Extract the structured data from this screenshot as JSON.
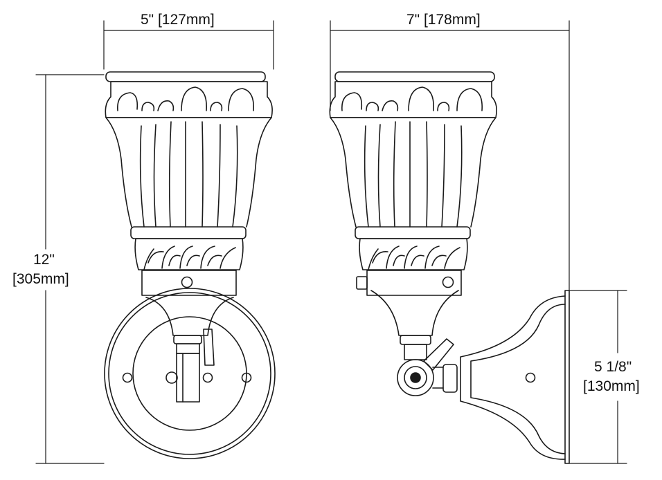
{
  "dimensions": {
    "width_label": "5\" [127mm]",
    "depth_label": "7\" [178mm]",
    "height_line1": "12\"",
    "height_line2": "[305mm]",
    "backplate_line1": "5 1/8\"",
    "backplate_line2": "[130mm]"
  },
  "colors": {
    "ink": "#1a1a1a",
    "background": "#ffffff"
  }
}
